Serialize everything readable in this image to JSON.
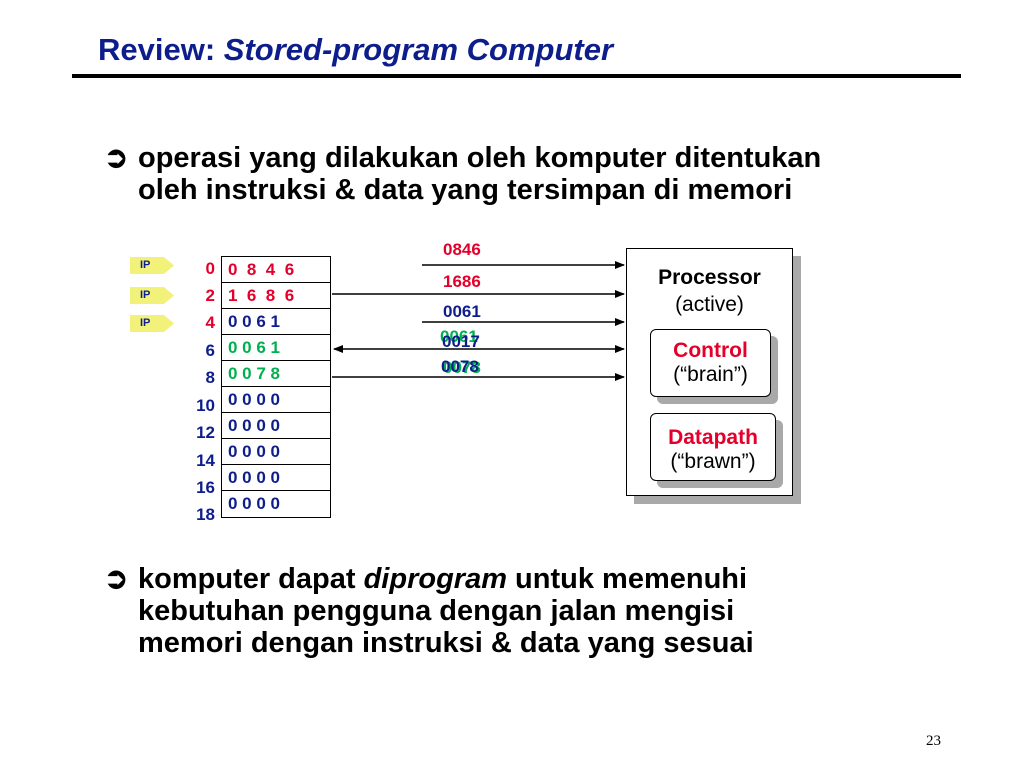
{
  "title": {
    "prefix": "Review: ",
    "italic": "Stored-program Computer"
  },
  "bullets": [
    {
      "arrow": "➲",
      "lines": [
        "operasi yang dilakukan oleh komputer ditentukan",
        "oleh instruksi & data yang tersimpan di memori"
      ]
    },
    {
      "arrow": "➲",
      "line1_before": "komputer dapat ",
      "line1_italic": "diprogram",
      "line1_after": " untuk memenuhi",
      "line2": "kebutuhan pengguna dengan jalan mengisi",
      "line3": "memori dengan instruksi & data yang sesuai"
    }
  ],
  "ip_label": "IP",
  "memory": {
    "addresses": [
      "0",
      "2",
      "4",
      "6",
      "8",
      "10",
      "12",
      "14",
      "16",
      "18"
    ],
    "values": [
      "0  8  4  6",
      "1  6  8  6",
      "0 0 6 1",
      "0 0 6 1",
      "0 0 7 8",
      "0 0 0 0",
      "0 0 0 0",
      "0 0 0 0",
      "0 0 0 0",
      "0 0 0 0"
    ]
  },
  "bus_labels": {
    "l1": "0846",
    "l2": "1686",
    "l3": "0061",
    "l4a": "0061",
    "l4b": "0017",
    "l5a": "0078",
    "l5b": "0078"
  },
  "processor": {
    "title": "Processor",
    "subtitle": "(active)"
  },
  "control": {
    "name": "Control",
    "sub": "(“brain”)"
  },
  "datapath": {
    "name": "Datapath",
    "sub": "(“brawn”)"
  },
  "page_number": "23",
  "colors": {
    "title": "#0d1e8c",
    "red": "#e4002b",
    "blue": "#0d1e8c",
    "green": "#00b050",
    "ip_arrow": "#f2f27a"
  }
}
